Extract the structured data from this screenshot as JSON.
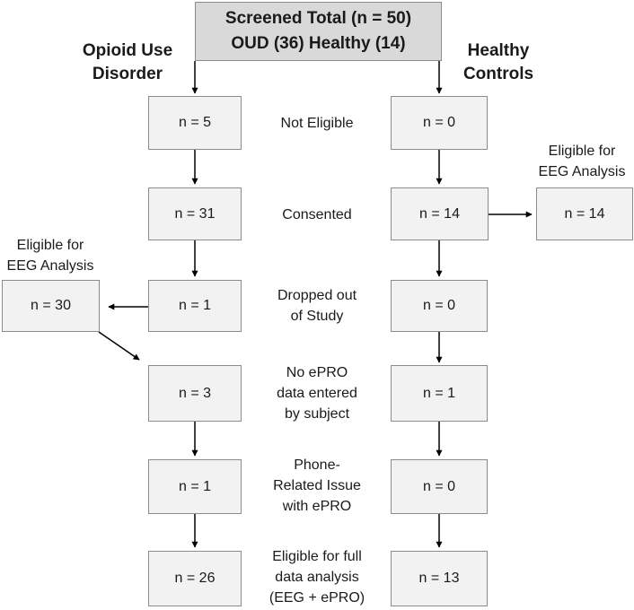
{
  "screened": {
    "line1": "Screened Total (n = 50)",
    "line2": "OUD (36) Healthy (14)"
  },
  "headings": {
    "oud": [
      "Opioid Use",
      "Disorder"
    ],
    "healthy": [
      "Healthy",
      "Controls"
    ]
  },
  "stages": [
    {
      "label": [
        "Not Eligible"
      ],
      "oud": "n = 5",
      "healthy": "n = 0"
    },
    {
      "label": [
        "Consented"
      ],
      "oud": "n = 31",
      "healthy": "n = 14"
    },
    {
      "label": [
        "Dropped out",
        "of Study"
      ],
      "oud": "n = 1",
      "healthy": "n = 0"
    },
    {
      "label": [
        "No ePRO",
        "data entered",
        "by subject"
      ],
      "oud": "n = 3",
      "healthy": "n = 1"
    },
    {
      "label": [
        "Phone-",
        "Related Issue",
        "with ePRO"
      ],
      "oud": "n = 1",
      "healthy": "n = 0"
    },
    {
      "label": [
        "Eligible for full",
        "data analysis",
        "(EEG + ePRO)"
      ],
      "oud": "n = 26",
      "healthy": "n = 13"
    }
  ],
  "side_healthy": {
    "label": [
      "Eligible for",
      "EEG Analysis"
    ],
    "value": "n = 14"
  },
  "side_oud": {
    "label": [
      "Eligible for",
      "EEG Analysis"
    ],
    "value": "n = 30"
  }
}
